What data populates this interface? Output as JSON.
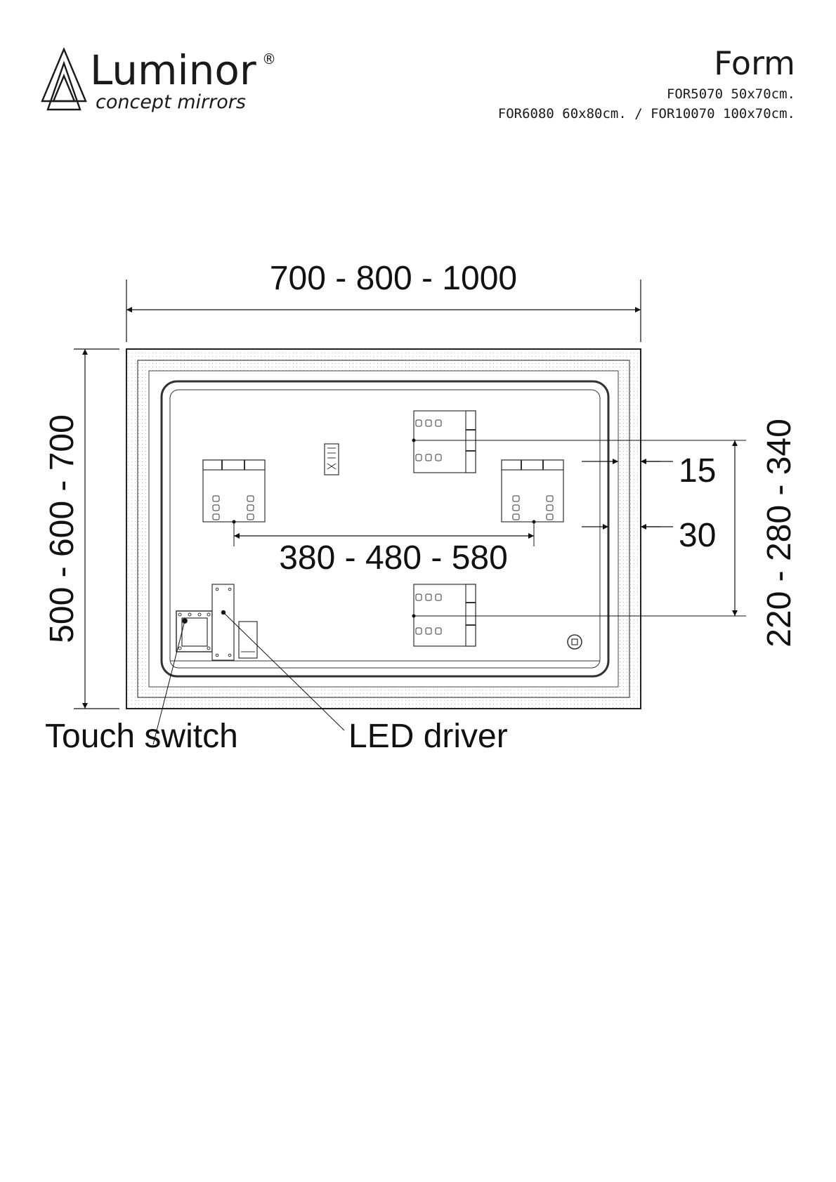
{
  "brand": {
    "name": "Luminor",
    "registered": "®",
    "tagline": "concept mirrors"
  },
  "product": {
    "name": "Form",
    "models": [
      "FOR5070 50x70cm.",
      "FOR6080 60x80cm. / FOR10070 100x70cm."
    ]
  },
  "drawing": {
    "width_label": "700 - 800 - 1000",
    "height_label": "500 - 600 - 700",
    "bracket_spacing_label": "380 - 480 - 580",
    "bracket_height_label": "220 - 280 - 340",
    "offset_small_label": "15",
    "offset_large_label": "30",
    "touch_switch_label": "Touch switch",
    "led_driver_label": "LED driver"
  }
}
